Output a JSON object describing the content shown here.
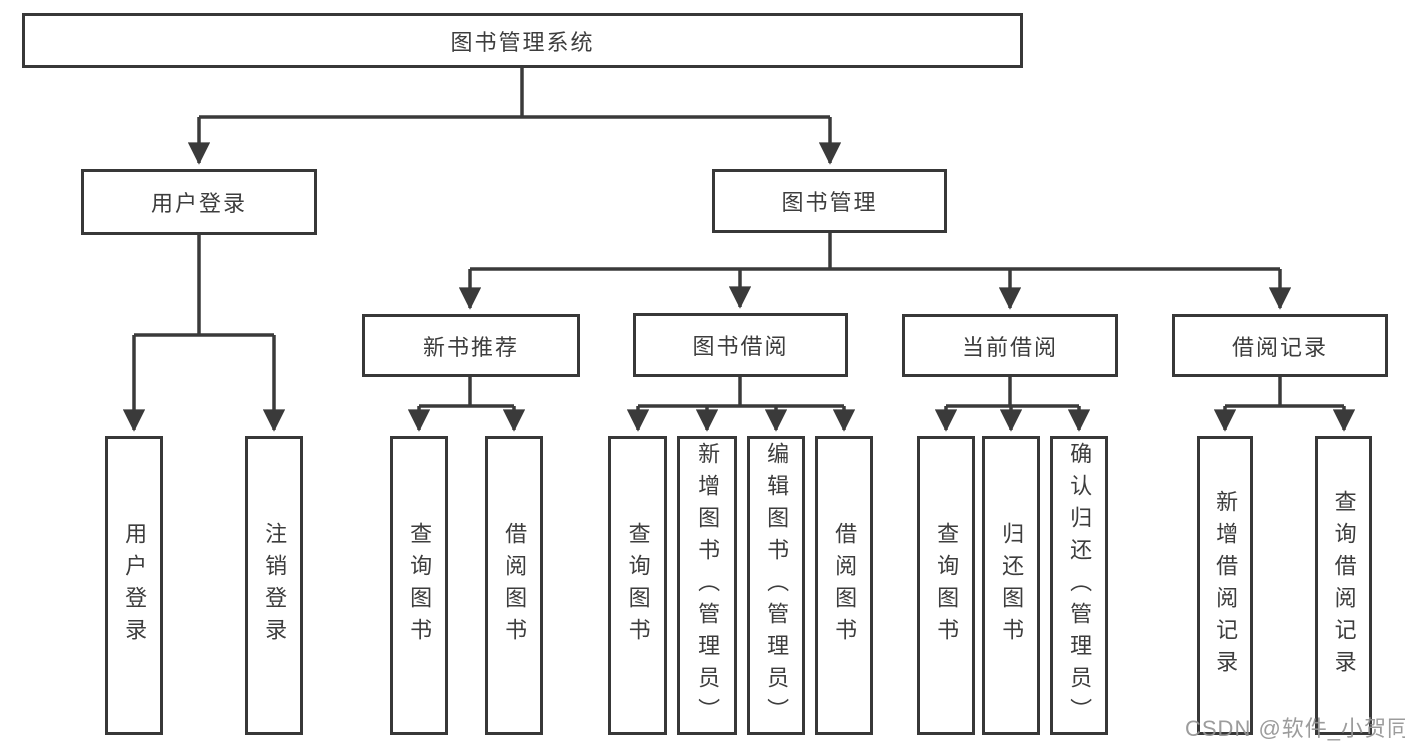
{
  "diagram": {
    "root": {
      "label": "图书管理系统"
    },
    "user_login": {
      "label": "用户登录",
      "children": [
        "用户登录",
        "注销登录"
      ]
    },
    "book_mgmt": {
      "label": "图书管理",
      "sections": [
        {
          "label": "新书推荐",
          "children": [
            "查询图书",
            "借阅图书"
          ]
        },
        {
          "label": "图书借阅",
          "children": [
            "查询图书",
            "新增图书（管理员）",
            "编辑图书（管理员）",
            "借阅图书"
          ]
        },
        {
          "label": "当前借阅",
          "children": [
            "查询图书",
            "归还图书",
            "确认归还（管理员）"
          ]
        },
        {
          "label": "借阅记录",
          "children": [
            "新增借阅记录",
            "查询借阅记录"
          ]
        }
      ]
    },
    "watermark": "CSDN @软件_小贺同学",
    "colors": {
      "line": "#3a3a3a",
      "text": "#3d3d3d",
      "watermark": "#949494",
      "background": "#ffffff"
    }
  }
}
